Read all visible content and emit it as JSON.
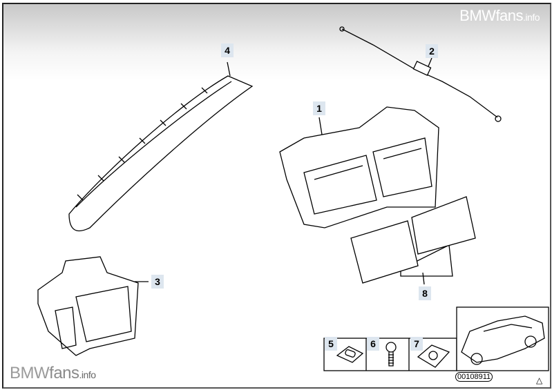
{
  "watermark": {
    "brand_a": "BMW",
    "brand_b": "fans",
    "suffix": ".info"
  },
  "callouts": [
    "1",
    "2",
    "3",
    "4",
    "5",
    "6",
    "7",
    "8"
  ],
  "diagram_code": "00108911",
  "warning_icon": "triangle-icon"
}
